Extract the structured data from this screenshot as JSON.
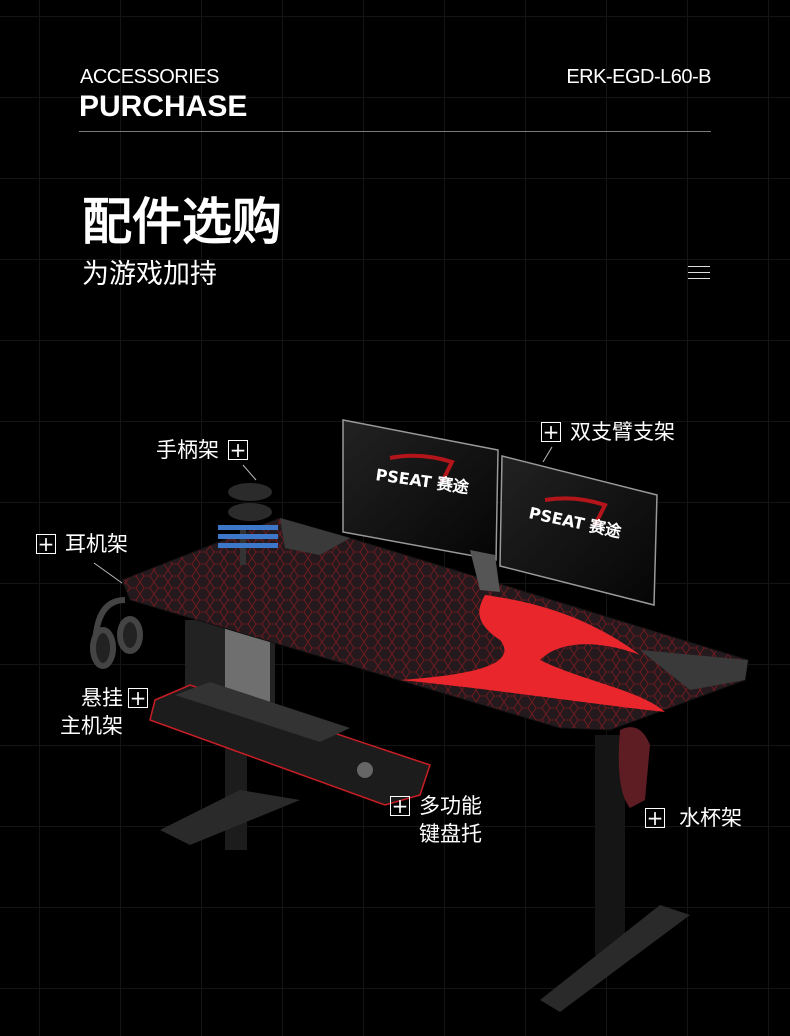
{
  "header": {
    "eyebrow": "ACCESSORIES",
    "heading": "PURCHASE",
    "model": "ERK-EGD-L60-B"
  },
  "main": {
    "title": "配件选购",
    "subtitle": "为游戏加持"
  },
  "menu_icon": "hamburger-menu-icon",
  "product": {
    "monitor_brand": "PSEAT 赛途",
    "colors": {
      "accent": "#e8262b",
      "desk": "#2a1f22",
      "background": "#000000"
    }
  },
  "callouts": [
    {
      "id": "controller-holder",
      "label": "手柄架"
    },
    {
      "id": "dual-monitor-arm",
      "label": "双支臂支架"
    },
    {
      "id": "headphone-hook",
      "label": "耳机架"
    },
    {
      "id": "pc-holder",
      "label_line1": "悬挂",
      "label_line2": "主机架"
    },
    {
      "id": "keyboard-tray",
      "label_line1": "多功能",
      "label_line2": "键盘托"
    },
    {
      "id": "cup-holder",
      "label": "水杯架"
    }
  ]
}
